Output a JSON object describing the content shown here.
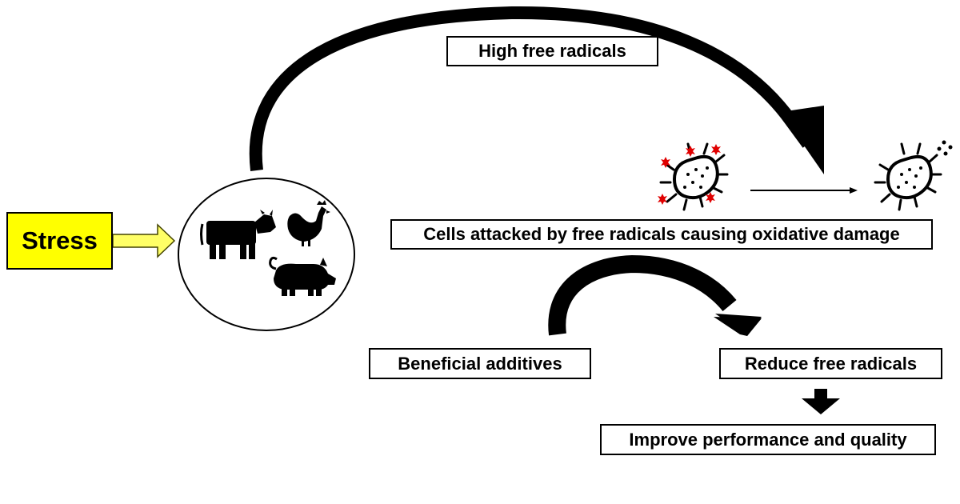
{
  "diagram": {
    "stress_label": "Stress",
    "high_free_radicals_label": "High free radicals",
    "cells_attacked_label": "Cells attacked by free radicals causing oxidative damage",
    "beneficial_additives_label": "Beneficial additives",
    "reduce_free_radicals_label": "Reduce free radicals",
    "improve_performance_label": "Improve performance and quality"
  },
  "icons": [
    "cow-icon",
    "chicken-icon",
    "pig-icon",
    "bacteria-attacked-icon",
    "bacteria-damaged-icon"
  ],
  "colors": {
    "stress_fill": "#ffff00",
    "stress_arrow_fill": "#ffff66",
    "radical_red": "#e00000",
    "ink": "#000000"
  }
}
